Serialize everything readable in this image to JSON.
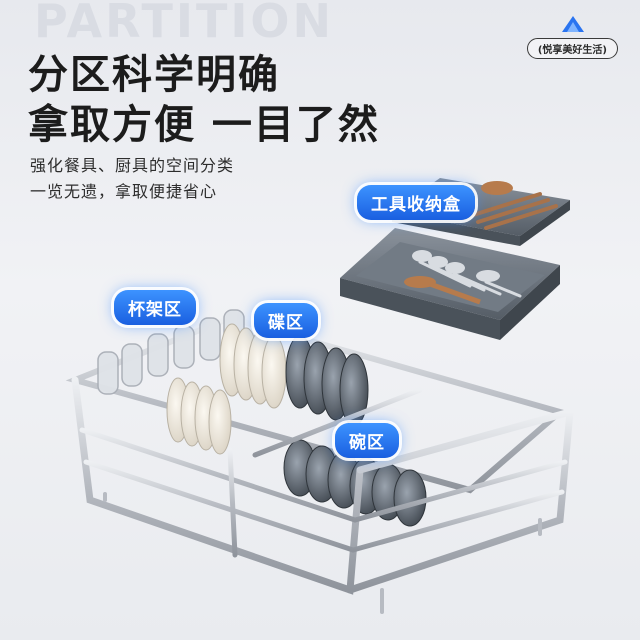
{
  "background_word": "PARTITION",
  "brand_badge": "(悦享美好生活)",
  "headline": {
    "line1": "分区科学明确",
    "line2": "拿取方便 一目了然"
  },
  "subtitle": {
    "line1": "强化餐具、厨具的空间分类",
    "line2": "一览无遗，拿取便捷省心"
  },
  "labels": {
    "tool_box": "工具收纳盒",
    "cup_rack": "杯架区",
    "dish_zone": "碟区",
    "bowl_zone": "碗区"
  },
  "colors": {
    "accent": "#2a74f0",
    "tray": "#6c7580",
    "metal": "#c9ccd2"
  },
  "icons": [
    "brand-logo-icon"
  ]
}
